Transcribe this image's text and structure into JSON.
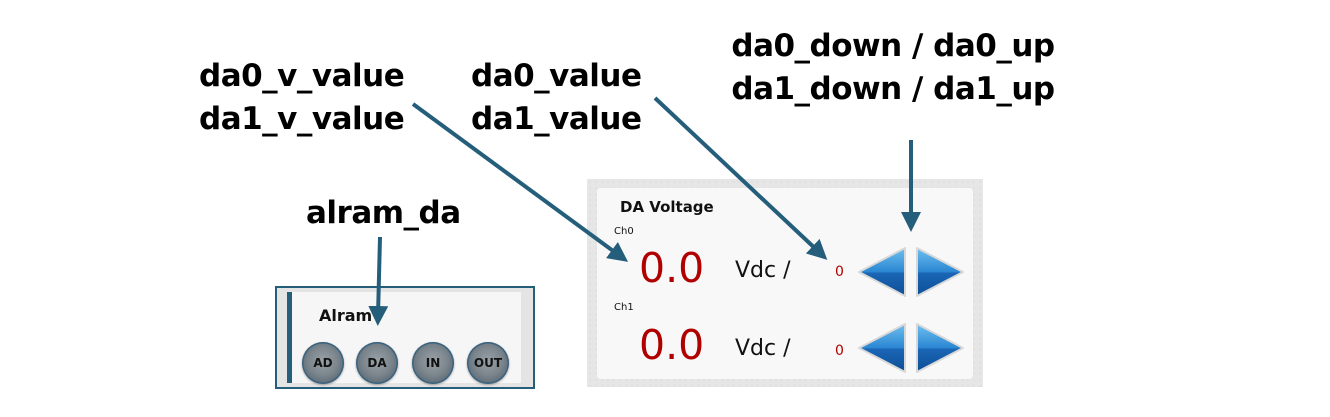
{
  "annotations": {
    "v_value": [
      "da0_v_value",
      "da1_v_value"
    ],
    "value": [
      "da0_value",
      "da1_value"
    ],
    "buttons": [
      "da0_down / da0_up",
      "da1_down / da1_up"
    ],
    "alarm": "alram_da"
  },
  "alarm_panel": {
    "title": "Alram",
    "buttons": [
      {
        "label": "AD"
      },
      {
        "label": "DA"
      },
      {
        "label": "IN"
      },
      {
        "label": "OUT"
      }
    ]
  },
  "da_panel": {
    "title": "DA Voltage",
    "channels": [
      {
        "label": "Ch0",
        "voltage": "0.0",
        "unit": "Vdc /",
        "raw": "0"
      },
      {
        "label": "Ch1",
        "voltage": "0.0",
        "unit": "Vdc /",
        "raw": "0"
      }
    ]
  },
  "colors": {
    "arrow": "#245e7a",
    "value_red": "#b00000",
    "button_blue": "#1f6fc0"
  }
}
